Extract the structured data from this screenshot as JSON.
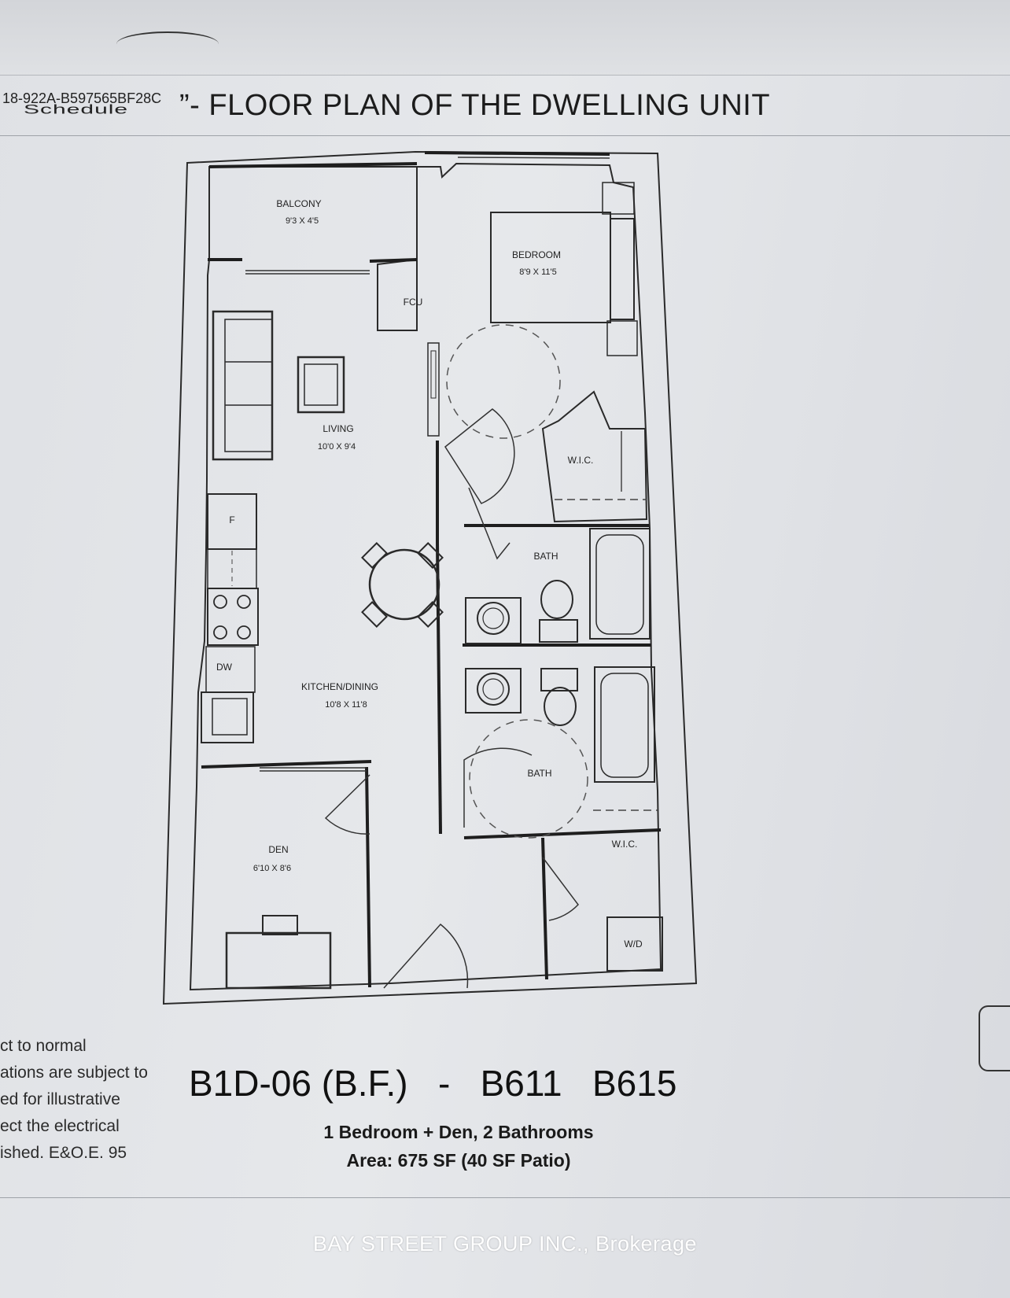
{
  "header": {
    "ref_code": "18-922A-B597565BF28C",
    "schedule_fragment": "Schedule",
    "title": "”- FLOOR PLAN OF THE DWELLING UNIT"
  },
  "rooms": [
    {
      "name": "BALCONY",
      "dims": "9'3 X 4'5"
    },
    {
      "name": "BEDROOM",
      "dims": "8'9 X 11'5"
    },
    {
      "name": "FCU",
      "dims": ""
    },
    {
      "name": "LIVING",
      "dims": "10'0 X 9'4"
    },
    {
      "name": "W.I.C.",
      "dims": ""
    },
    {
      "name": "BATH",
      "dims": ""
    },
    {
      "name": "KITCHEN/DINING",
      "dims": "10'8 X 11'8"
    },
    {
      "name": "BATH",
      "dims": ""
    },
    {
      "name": "DEN",
      "dims": "6'10 X 8'6"
    },
    {
      "name": "W.I.C.",
      "dims": ""
    },
    {
      "name": "W/D",
      "dims": ""
    }
  ],
  "fixtures": {
    "fridge": "F",
    "dishwasher": "DW"
  },
  "disclaimer_lines": [
    "ct to normal",
    "ations are subject to",
    "ed for illustrative",
    "ect the electrical",
    "ished. E&O.E. 95"
  ],
  "unit": {
    "code": "B1D-06 (B.F.)   -   B611   B615",
    "description": "1 Bedroom + Den, 2 Bathrooms",
    "area": "Area: 675 SF (40 SF Patio)"
  },
  "watermark": "BAY STREET GROUP INC., Brokerage"
}
